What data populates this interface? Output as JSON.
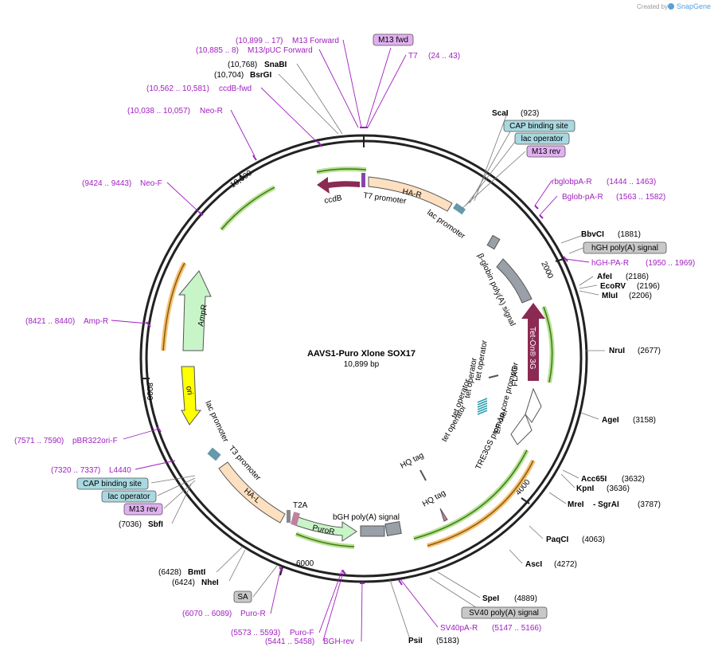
{
  "credit": {
    "created_by": "Created by",
    "brand": "SnapGene"
  },
  "plasmid": {
    "name": "AAVS1-Puro Xlone SOX17",
    "length": "10,899 bp"
  },
  "ticks": [
    "2000",
    "4000",
    "6000",
    "8000",
    "10,000"
  ],
  "enzymes": [
    {
      "name": "ScaI",
      "pos": "(923)"
    },
    {
      "name": "BbvCI",
      "pos": "(1881)"
    },
    {
      "name": "AfeI",
      "pos": "(2186)"
    },
    {
      "name": "EcoRV",
      "pos": "(2196)"
    },
    {
      "name": "MluI",
      "pos": "(2206)"
    },
    {
      "name": "NruI",
      "pos": "(2677)"
    },
    {
      "name": "AgeI",
      "pos": "(3158)"
    },
    {
      "name": "Acc65I",
      "pos": "(3632)"
    },
    {
      "name": "KpnI",
      "pos": "(3636)"
    },
    {
      "name": "MreI",
      "pos": "(3787)"
    },
    {
      "name": "- SgrAI",
      "pos": ""
    },
    {
      "name": "PaqCI",
      "pos": "(4063)"
    },
    {
      "name": "AscI",
      "pos": "(4272)"
    },
    {
      "name": "SpeI",
      "pos": "(4889)"
    },
    {
      "name": "PsiI",
      "pos": "(5183)"
    },
    {
      "name": "BmtI",
      "pos": "(6428)"
    },
    {
      "name": "NheI",
      "pos": "(6424)"
    },
    {
      "name": "SbfI",
      "pos": "(7036)"
    },
    {
      "name": "SnaBI",
      "pos": "(10,768)"
    },
    {
      "name": "BsrGI",
      "pos": "(10,704)"
    }
  ],
  "primers": [
    {
      "name": "M13 Forward",
      "range": "(10,899 .. 17)"
    },
    {
      "name": "M13/pUC Forward",
      "range": "(10,885 .. 8)"
    },
    {
      "name": "T7",
      "range": "(24 .. 43)"
    },
    {
      "name": "ccdB-fwd",
      "range": "(10,562 .. 10,581)"
    },
    {
      "name": "Neo-R",
      "range": "(10,038 .. 10,057)"
    },
    {
      "name": "Neo-F",
      "range": "(9424 .. 9443)"
    },
    {
      "name": "Amp-R",
      "range": "(8421 .. 8440)"
    },
    {
      "name": "pBR322ori-F",
      "range": "(7571 .. 7590)"
    },
    {
      "name": "L4440",
      "range": "(7320 .. 7337)"
    },
    {
      "name": "rbglobpA-R",
      "range": "(1444 .. 1463)"
    },
    {
      "name": "Bglob-pA-R",
      "range": "(1563 .. 1582)"
    },
    {
      "name": "hGH-PA-R",
      "range": "(1950 .. 1969)"
    },
    {
      "name": "SV40pA-R",
      "range": "(5147 .. 5166)"
    },
    {
      "name": "Puro-R",
      "range": "(6070 .. 6089)"
    },
    {
      "name": "Puro-F",
      "range": "(5573 .. 5593)"
    },
    {
      "name": "BGH-rev",
      "range": "(5441 .. 5458)"
    }
  ],
  "boxes": {
    "m13fwd": "M13 fwd",
    "cap_top": "CAP binding site",
    "lacop_top": "lac operator",
    "m13rev_top": "M13 rev",
    "hgh_polya": "hGH poly(A) signal",
    "sv40_polya": "SV40 poly(A) signal",
    "sa": "SA",
    "cap_bot": "CAP binding site",
    "lacop_bot": "lac operator",
    "m13rev_bot": "M13 rev"
  },
  "features": {
    "ha_r": "HA-R",
    "ccdb": "ccdB",
    "t7_promoter": "T7 promoter",
    "lac_promoter_top": "lac promoter",
    "beta_globin": "β-globin poly(A) signal",
    "tet_on": "Tet-On® 3G",
    "flag": "FLAG",
    "ef1a": "EF-1α core promoter",
    "tre3gs": "TRE3GS promoter",
    "tet_op1": "tet operator",
    "tet_op2": "tet operator",
    "tet_op3": "tet operator",
    "tet_op4": "tet operator",
    "hq_tag1": "HQ tag",
    "hq_tag2": "HQ tag",
    "bgh_polya": "bGH poly(A) signal",
    "puror": "PuroR",
    "t2a": "T2A",
    "ha_l": "HA-L",
    "t3_promoter": "T3 promoter",
    "lac_promoter_bot": "lac promoter",
    "ori": "ori",
    "ampr": "AmpR"
  },
  "colors": {
    "primer": "#a020c0",
    "ha_arm": "#fde0c0",
    "green_arrow": "#b8e090",
    "orange_arrow": "#f5c070",
    "ori": "#ffff00",
    "ccdb": "#8b2a52",
    "tet_on": "#8b2a52",
    "polya": "#9aa0a8",
    "cap_box": "#a8d8e0",
    "m13_box": "#e0b0f0",
    "gray_box": "#c8c8c8"
  }
}
